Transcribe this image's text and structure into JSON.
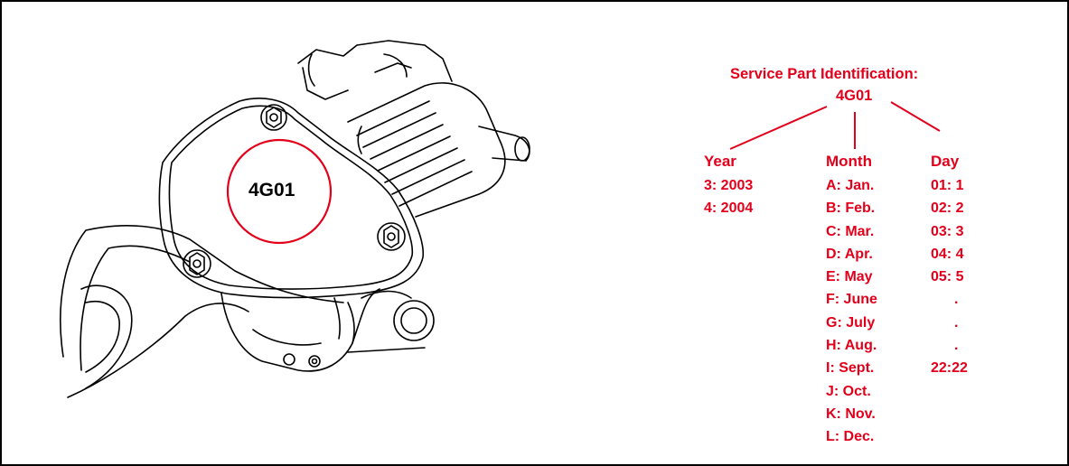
{
  "diagram": {
    "part_marking": "4G01",
    "header": {
      "title": "Service Part Identification:",
      "code": "4G01"
    },
    "year": {
      "heading": "Year",
      "items": [
        "3: 2003",
        "4: 2004"
      ]
    },
    "month": {
      "heading": "Month",
      "items": [
        "A: Jan.",
        "B: Feb.",
        "C: Mar.",
        "D: Apr.",
        "E: May",
        "F: June",
        "G: July",
        "H: Aug.",
        "I: Sept.",
        "J: Oct.",
        "K: Nov.",
        "L: Dec."
      ]
    },
    "day": {
      "heading": "Day",
      "items": [
        "01: 1",
        "02: 2",
        "03: 3",
        "04: 4",
        "05: 5",
        ".",
        ".",
        ".",
        "22:22"
      ]
    },
    "colors": {
      "accent": "#e3001b",
      "line": "#000000",
      "background": "#ffffff"
    }
  }
}
